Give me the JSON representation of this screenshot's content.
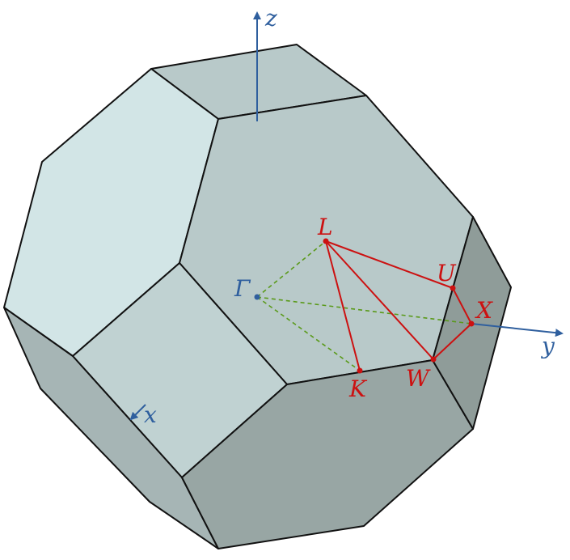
{
  "colors": {
    "face_light": "#d2e5e6",
    "face_mid": "#b8c9c9",
    "face_mid2": "#c0d2d2",
    "face_dark": "#a6b5b5",
    "face_darker": "#98a6a4",
    "face_darkest": "#8f9c99",
    "edge": "#111111",
    "axis": "#2f5f9e",
    "path": "#cc1111",
    "guide": "#5a9a1a"
  },
  "axes": {
    "z_label": "z",
    "y_label": "y",
    "x_label": "x"
  },
  "points": {
    "gamma": "Γ",
    "L": "L",
    "U": "U",
    "X": "X",
    "W": "W",
    "K": "K"
  }
}
